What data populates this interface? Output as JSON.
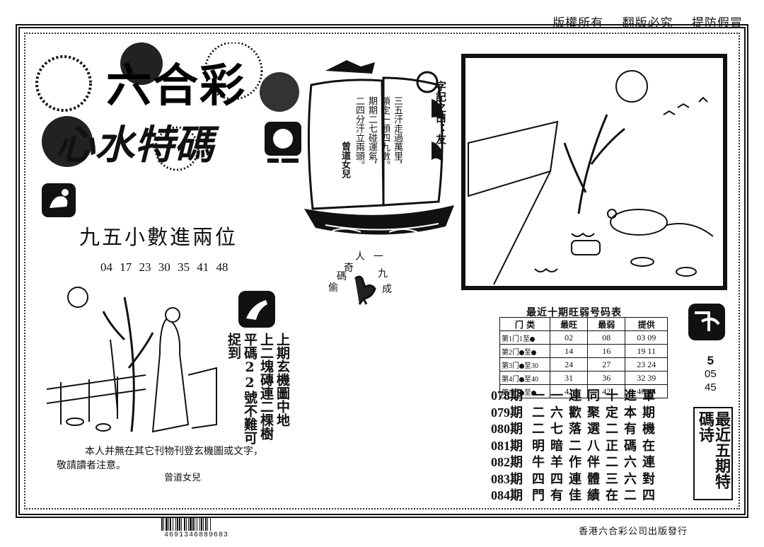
{
  "header": {
    "copyright": [
      "版權所有",
      "翻版必究",
      "提防假冒"
    ]
  },
  "title": {
    "main": "六合彩",
    "sub": "心水特碼"
  },
  "ship": {
    "poem_head": "字記之曰：友",
    "poem_lines": [
      "三五汗走過萬里，",
      "鎖定一頭四九數。",
      "期期二七碰運氣，",
      "二四分汗立兩頭。"
    ],
    "signature": "曾道女兒"
  },
  "tip": "九五小數進兩位",
  "numbers": "04 17 23 30 35 41 48",
  "side_poem": [
    "人",
    "一",
    "奇",
    "九",
    "碼",
    "成",
    "偷"
  ],
  "hint": [
    "上期玄機圖中地",
    "上二塊磚連二棵樹",
    "平碼22號不難可捉到"
  ],
  "notice": [
    "本人并無在其它刊物刊登玄機圖或文字，",
    "敬請讀者注意。"
  ],
  "notice_signature": "曾道女兒",
  "table": {
    "title": "最近十期旺弱号码表",
    "headers": [
      "门 类",
      "最旺",
      "最弱",
      "提供"
    ],
    "rows": [
      {
        "door": "第1门",
        "from": "1",
        "to": "●",
        "hot": "02",
        "cold": "08",
        "give": "03 09"
      },
      {
        "door": "第2门",
        "from": "●",
        "to": "●",
        "hot": "14",
        "cold": "16",
        "give": "19 11"
      },
      {
        "door": "第3门",
        "from": "●",
        "to": "30",
        "hot": "24",
        "cold": "27",
        "give": "23 24"
      },
      {
        "door": "第4门",
        "from": "●",
        "to": "40",
        "hot": "31",
        "cold": "36",
        "give": "32 39"
      },
      {
        "door": "第5门",
        "from": "●",
        "to": "●",
        "hot": "41",
        "cold": "42",
        "give": "46 44"
      }
    ],
    "to_word": "至"
  },
  "side_numbers": [
    "5",
    "05",
    "45"
  ],
  "side_title": "最近五期特碼诗",
  "poems": [
    {
      "period": "078期",
      "text": "一一連同十進軍"
    },
    {
      "period": "079期",
      "text": "二六歡聚定本期"
    },
    {
      "period": "080期",
      "text": "二七落選二有機"
    },
    {
      "period": "081期",
      "text": "明暗二八正碼在"
    },
    {
      "period": "082期",
      "text": "牛羊作伴二六連"
    },
    {
      "period": "083期",
      "text": "四四連體三六對"
    },
    {
      "period": "084期",
      "text": "門有佳績在二四"
    }
  ],
  "barcode_number": "4691346889683",
  "publisher": "香港六合彩公司出版發行"
}
